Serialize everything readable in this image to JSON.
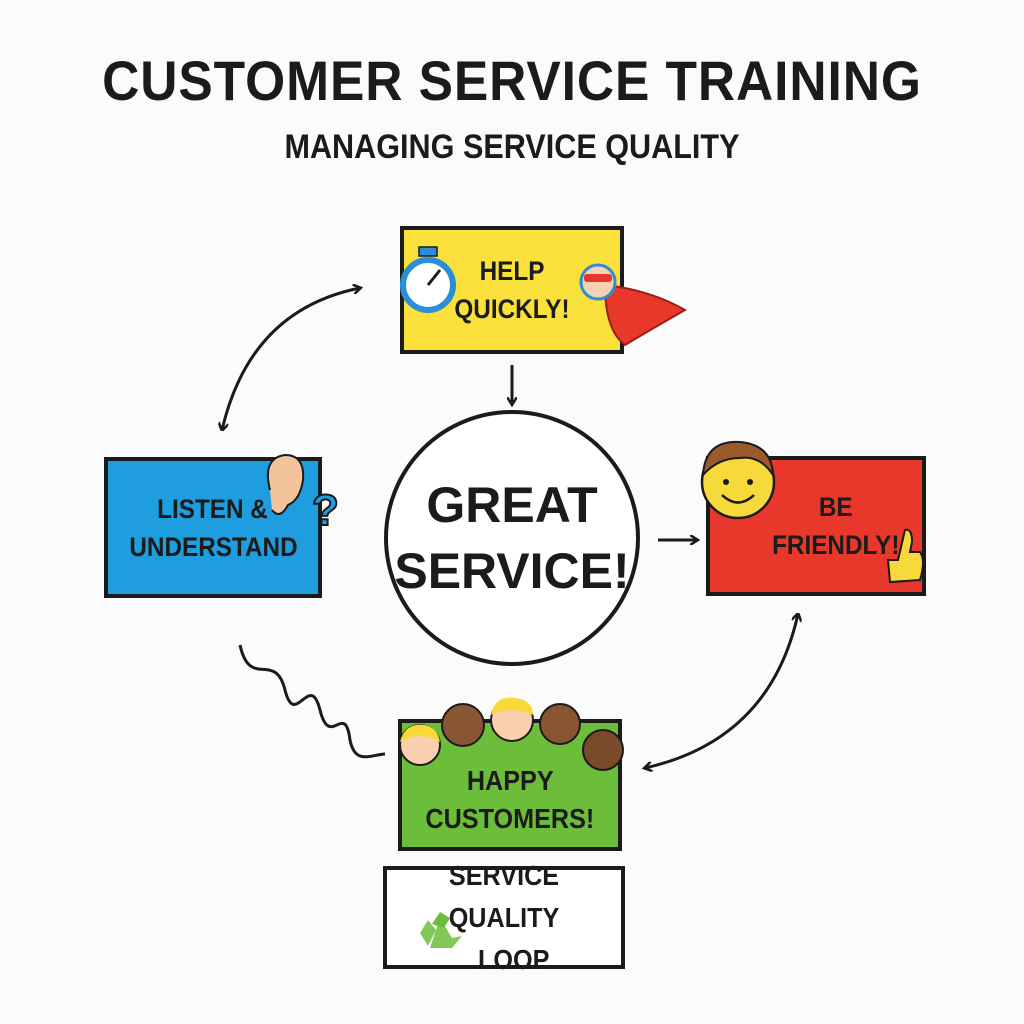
{
  "title": "CUSTOMER SERVICE TRAINING",
  "subtitle": "MANAGING SERVICE QUALITY",
  "center": {
    "line1": "GREAT",
    "line2": "SERVICE!"
  },
  "boxes": {
    "help": {
      "line1": "HELP",
      "line2": "QUICKLY!",
      "color": "#f9e03a",
      "icons": [
        "stopwatch-icon",
        "superhero-icon"
      ]
    },
    "listen": {
      "line1": "LISTEN &",
      "line2": "UNDERSTAND",
      "color": "#1e9ddf",
      "icons": [
        "ear-icon",
        "question-mark-icon"
      ]
    },
    "friendly": {
      "line1": "BE",
      "line2": "FRIENDLY!",
      "color": "#e8372b",
      "icons": [
        "smiley-face-icon",
        "thumbs-up-icon"
      ]
    },
    "happy": {
      "line1": "HAPPY",
      "line2": "CUSTOMERS!",
      "color": "#6cbe3a",
      "icons": [
        "customer-faces-icon"
      ]
    }
  },
  "legend": {
    "line1": "SERVICE QUALITY",
    "line2": "LOOP",
    "icon": "recycle-icon"
  }
}
